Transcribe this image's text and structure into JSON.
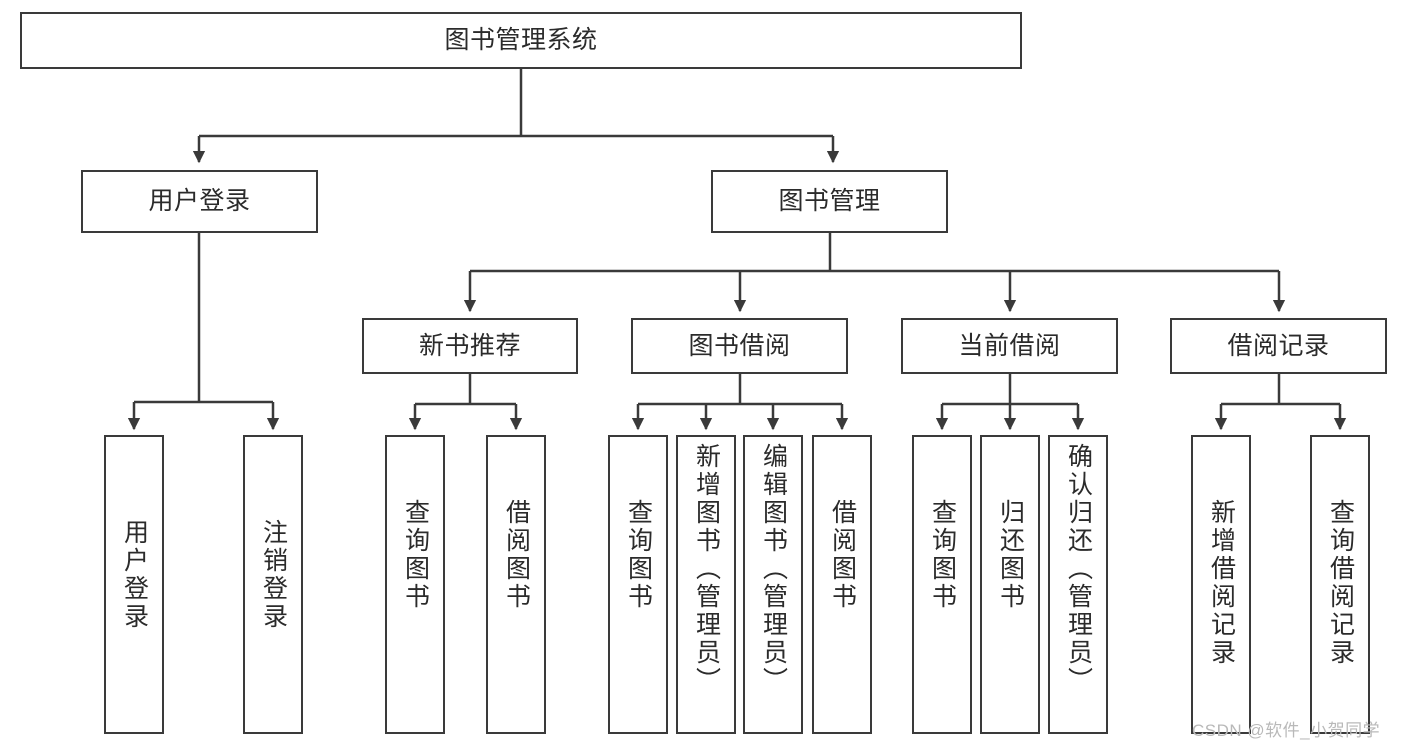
{
  "diagram": {
    "type": "tree-hierarchy-chart",
    "title": "图书管理系统",
    "line_color": "#3a3a3a",
    "text_color": "#2b2b2b",
    "background": "#ffffff",
    "watermark": "CSDN @软件_小贺同学"
  },
  "nodes": {
    "root": {
      "label": "图书管理系统"
    },
    "level2": [
      {
        "id": "user-login",
        "label": "用户登录"
      },
      {
        "id": "book-management",
        "label": "图书管理"
      }
    ],
    "level3": [
      {
        "id": "new-book-recommend",
        "label": "新书推荐"
      },
      {
        "id": "book-borrow",
        "label": "图书借阅"
      },
      {
        "id": "current-borrow",
        "label": "当前借阅"
      },
      {
        "id": "borrow-record",
        "label": "借阅记录"
      }
    ],
    "leaves": {
      "user_login": [
        {
          "id": "leaf-user-login",
          "label": "用户登录"
        },
        {
          "id": "leaf-logout-login",
          "label": "注销登录"
        }
      ],
      "new_book_recommend": [
        {
          "id": "leaf-query-book-1",
          "label": "查询图书"
        },
        {
          "id": "leaf-borrow-book-1",
          "label": "借阅图书"
        }
      ],
      "book_borrow": [
        {
          "id": "leaf-query-book-2",
          "label": "查询图书"
        },
        {
          "id": "leaf-add-book",
          "label": "新增图书（管理员）"
        },
        {
          "id": "leaf-edit-book",
          "label": "编辑图书（管理员）"
        },
        {
          "id": "leaf-borrow-book-2",
          "label": "借阅图书"
        }
      ],
      "current_borrow": [
        {
          "id": "leaf-query-book-3",
          "label": "查询图书"
        },
        {
          "id": "leaf-return-book",
          "label": "归还图书"
        },
        {
          "id": "leaf-confirm-return",
          "label": "确认归还（管理员）"
        }
      ],
      "borrow_record": [
        {
          "id": "leaf-add-record",
          "label": "新增借阅记录"
        },
        {
          "id": "leaf-query-record",
          "label": "查询借阅记录"
        }
      ]
    }
  }
}
